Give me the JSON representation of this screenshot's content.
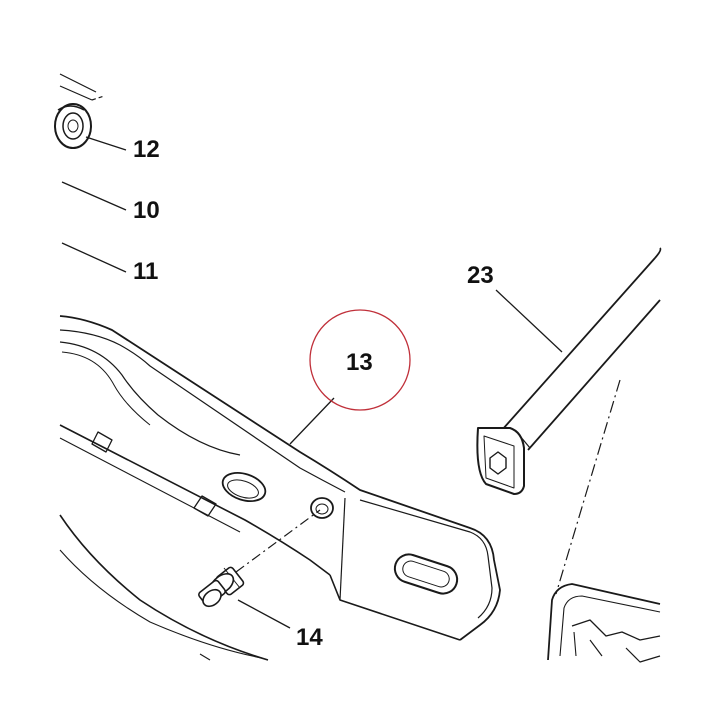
{
  "callouts": {
    "c12": "12",
    "c10": "10",
    "c11": "11",
    "c23": "23",
    "c13": "13",
    "c14": "14"
  },
  "highlight": {
    "target": "13",
    "color": "#c0303a"
  },
  "colors": {
    "line": "#1a1a1a",
    "background": "#ffffff"
  }
}
